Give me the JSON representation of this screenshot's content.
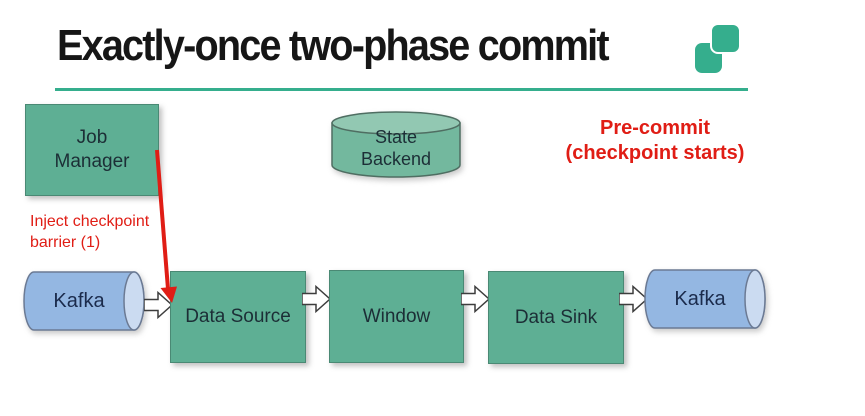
{
  "header": {
    "title": "Exactly-once two-phase commit"
  },
  "annotations": {
    "pre_commit_line1": "Pre-commit",
    "pre_commit_line2": "(checkpoint starts)",
    "inject_line1": "Inject checkpoint",
    "inject_line2": "barrier (1)"
  },
  "nodes": {
    "job_manager": {
      "line1": "Job",
      "line2": "Manager"
    },
    "state_backend": {
      "line1": "State",
      "line2": "Backend"
    },
    "kafka_source": {
      "label": "Kafka"
    },
    "data_source": {
      "label": "Data Source"
    },
    "window": {
      "label": "Window"
    },
    "data_sink": {
      "label": "Data Sink"
    },
    "kafka_sink": {
      "label": "Kafka"
    }
  },
  "colors": {
    "accent_green": "#35AE8D",
    "box_green": "#5EAF94",
    "cylinder_green_body": "#73B89E",
    "cylinder_green_top": "#92C8B2",
    "cylinder_blue_body": "#94B7E2",
    "cylinder_blue_cap": "#CBDBF1",
    "cylinder_blue_stroke": "#6B7A94",
    "cylinder_green_stroke": "#4F6E62",
    "arrow_outline": "#3D3D3D",
    "red": "#E01D15",
    "title_color": "#161616"
  }
}
